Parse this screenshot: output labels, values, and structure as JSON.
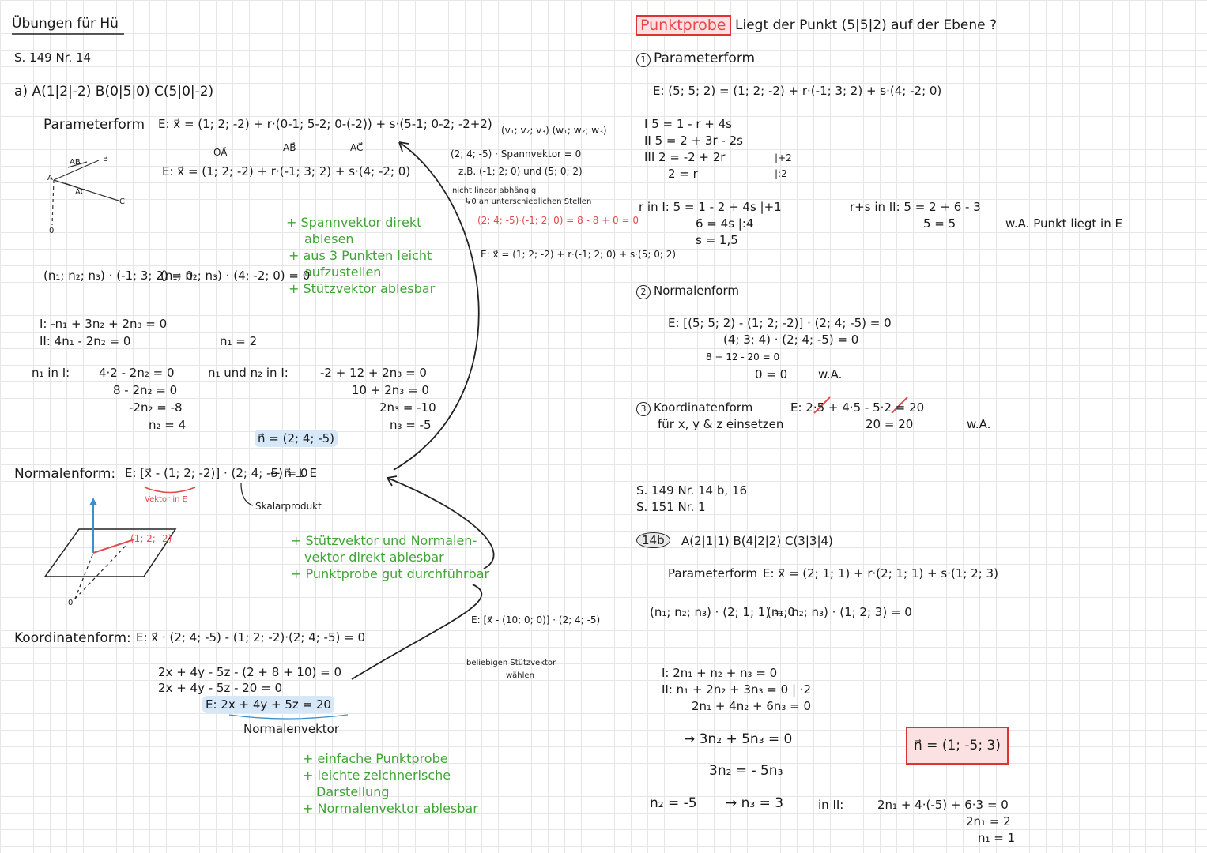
{
  "left": {
    "title": "Übungen für Hü",
    "task_ref": "S. 149 Nr. 14",
    "points_a": "a) A(1|2|-2) B(0|5|0) C(5|0|-2)",
    "param_label": "Parameterform",
    "param_eq1": "E: x⃗ = (1; 2; -2) + r·(0-1; 5-2; 0-(-2)) + s·(5-1; 0-2; -2+2)",
    "under_OA": "OA⃗",
    "under_AB": "AB⃗",
    "under_AC": "AC⃗",
    "param_eq2": "E: x⃗ = (1; 2; -2) + r·(-1; 3; 2) + s·(4; -2; 0)",
    "sketch_AB": "AB",
    "sketch_AC": "AC",
    "sketch_A": "A",
    "sketch_B": "B",
    "sketch_C": "C",
    "sketch_O": "0",
    "green1": [
      "+ Spannvektor direkt",
      "ablesen",
      "+ aus 3 Punkten leicht",
      "aufzustellen",
      "+ Stützvektor ablesbar"
    ],
    "dot1": "(n₁; n₂; n₃) · (-1; 3; 2) = 0",
    "dot2": "(n₁; n₂; n₃) · (4; -2; 0) = 0",
    "eqI": "I: -n₁ + 3n₂ + 2n₃ = 0",
    "eqII": "II: 4n₁ - 2n₂ = 0",
    "n1_choice": "n₁ = 2",
    "sub1_label": "n₁ in I:",
    "sub1_lines": [
      "4·2 - 2n₂ = 0",
      "8 - 2n₂ = 0",
      "-2n₂ = -8",
      "n₂ = 4"
    ],
    "sub2_label": "n₁ und n₂ in I:",
    "sub2_lines": [
      "-2 + 12 + 2n₃ = 0",
      "10 + 2n₃ = 0",
      "2n₃ = -10",
      "n₃ = -5"
    ],
    "normal_result": "n⃗ = (2; 4; -5)",
    "normal_label": "Normalenform:",
    "normal_eq": "E: [x⃗ - (1; 2; -2)] · (2; 4; -5) = 0",
    "perp": "← n⃗ ⊥ E",
    "vektor_in_E": "Vektor in E",
    "skalar": "Skalarprodukt",
    "plane_vec": "(1; 2; -2)",
    "plane_O": "0",
    "green2": [
      "+ Stützvektor und Normalen-",
      "vektor direkt ablesbar",
      "+ Punktprobe gut durchführbar"
    ],
    "mid_note1": "(2; 4; -5) · Spannvektor = 0",
    "mid_note_top": "(v₁; v₂; v₃) (w₁; w₂; w₃)",
    "mid_note2": "z.B. (-1; 2; 0) und (5; 0; 2)",
    "mid_note3": "nicht linear abhängig",
    "mid_note4": "↳0 an unterschiedlichen Stellen",
    "mid_note5": "(2; 4; -5)·(-1; 2; 0) = 8 - 8 + 0 = 0",
    "mid_note6": "E: x⃗ = (1; 2; -2) + r·(-1; 2; 0) + s·(5; 0; 2)",
    "mid_note7": "E: [x⃗ - (10; 0; 0)] · (2; 4; -5)",
    "mid_note8": [
      "beliebigen Stützvektor",
      "wählen"
    ],
    "coord_label": "Koordinatenform:",
    "coord_eq": "E: x⃗ · (2; 4; -5) - (1; 2; -2)·(2; 4; -5) = 0",
    "coord_l1": "2x + 4y - 5z - (2 + 8 + 10) = 0",
    "coord_l2": "2x + 4y - 5z - 20 = 0",
    "coord_final": "E: 2x + 4y + 5z = 20",
    "normalenvektor": "Normalenvektor",
    "green3": [
      "+ einfache Punktprobe",
      "+ leichte zeichnerische",
      "Darstellung",
      "+ Normalenvektor ablesbar"
    ]
  },
  "right": {
    "punktprobe": "Punktprobe",
    "question": "Liegt der Punkt (5|5|2) auf der Ebene ?",
    "s1_num": "1",
    "s1_title": "Parameterform",
    "s1_eq": "E: (5; 5; 2) = (1; 2; -2) + r·(-1; 3; 2) + s·(4; -2; 0)",
    "s1_lines": [
      "I   5 = 1 - r + 4s",
      "II  5 = 2 + 3r - 2s",
      "III 2 = -2 + 2r",
      "2 = r"
    ],
    "s1_ops": [
      "|+2",
      "|:2"
    ],
    "s1_rin": [
      "r in I: 5 = 1 - 2 + 4s  |+1",
      "6 = 4s  |:4",
      "s = 1,5"
    ],
    "s1_rs": [
      "r+s in II: 5 = 2 + 6 - 3",
      "5 = 5"
    ],
    "s1_result": "w.A. Punkt liegt in E",
    "s2_num": "2",
    "s2_title": "Normalenform",
    "s2_lines": [
      "E: [(5; 5; 2) - (1; 2; -2)] · (2; 4; -5) = 0",
      "(4; 3; 4) · (2; 4; -5) = 0",
      "8 + 12 - 20 = 0",
      "0 = 0"
    ],
    "s2_wa": "w.A.",
    "s3_num": "3",
    "s3_title": "Koordinatenform",
    "s3_sub": "für x, y & z einsetzen",
    "s3_eq": "E: 2·5 + 4·5 - 5·2 = 20",
    "s3_l2": "20 = 20",
    "s3_wa": "w.A.",
    "refs": [
      "S. 149 Nr. 14 b, 16",
      "S. 151 Nr. 1"
    ],
    "b_label": "14b",
    "b_points": "A(2|1|1) B(4|2|2) C(3|3|4)",
    "b_param_label": "Parameterform",
    "b_param_eq": "E: x⃗ = (2; 1; 1) + r·(2; 1; 1) + s·(1; 2; 3)",
    "b_dot1": "(n₁; n₂; n₃) · (2; 1; 1) = 0",
    "b_dot2": "(n₁; n₂; n₃) · (1; 2; 3) = 0",
    "b_eqI": "I: 2n₁ + n₂ + n₃ = 0",
    "b_eqII": "II: n₁ + 2n₂ + 3n₃ = 0  | ·2",
    "b_eqII2": "2n₁ + 4n₂ + 6n₃ = 0",
    "b_arrow": "→ 3n₂ + 5n₃ = 0",
    "b_l2": "3n₂ = - 5n₃",
    "b_n2": "n₂ = -5",
    "b_n3": "→ n₃ = 3",
    "b_inII": "in II:",
    "b_sub": [
      "2n₁ + 4·(-5) + 6·3 = 0",
      "2n₁ = 2",
      "n₁ = 1"
    ],
    "b_normal": "n⃗ = (1; -5; 3)"
  }
}
